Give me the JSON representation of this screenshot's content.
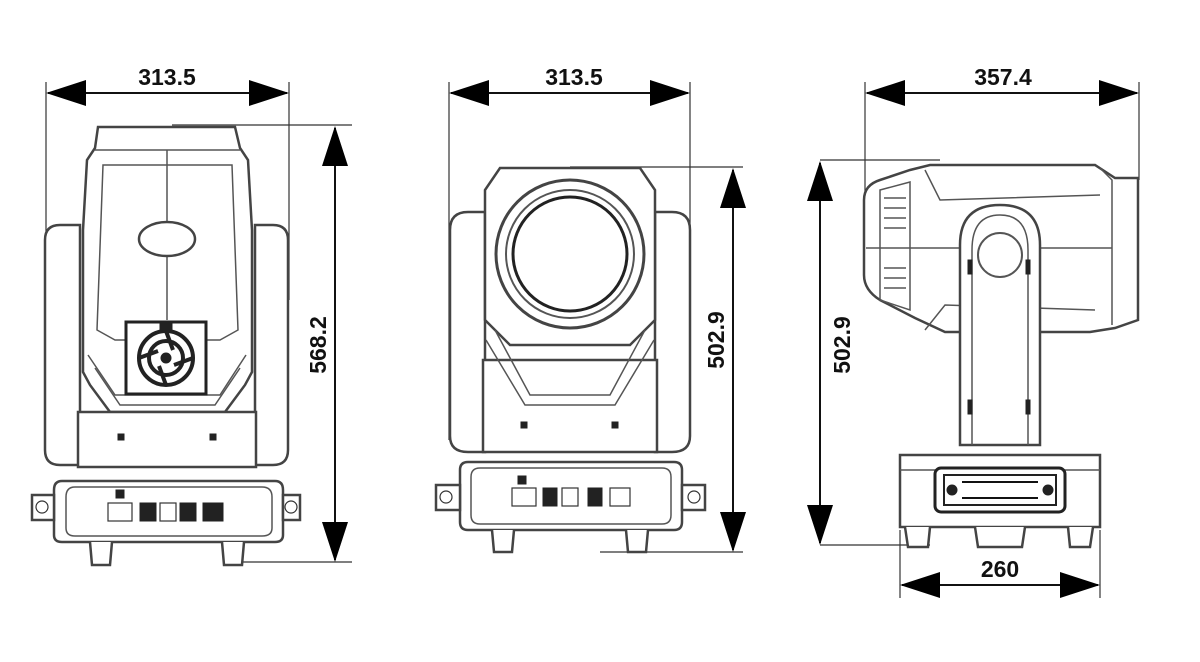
{
  "dimensions": {
    "front_width": "313.5",
    "front_height": "568.2",
    "lens_width": "313.5",
    "lens_height": "502.9",
    "side_width": "357.4",
    "side_height": "502.9",
    "base_width": "260"
  }
}
